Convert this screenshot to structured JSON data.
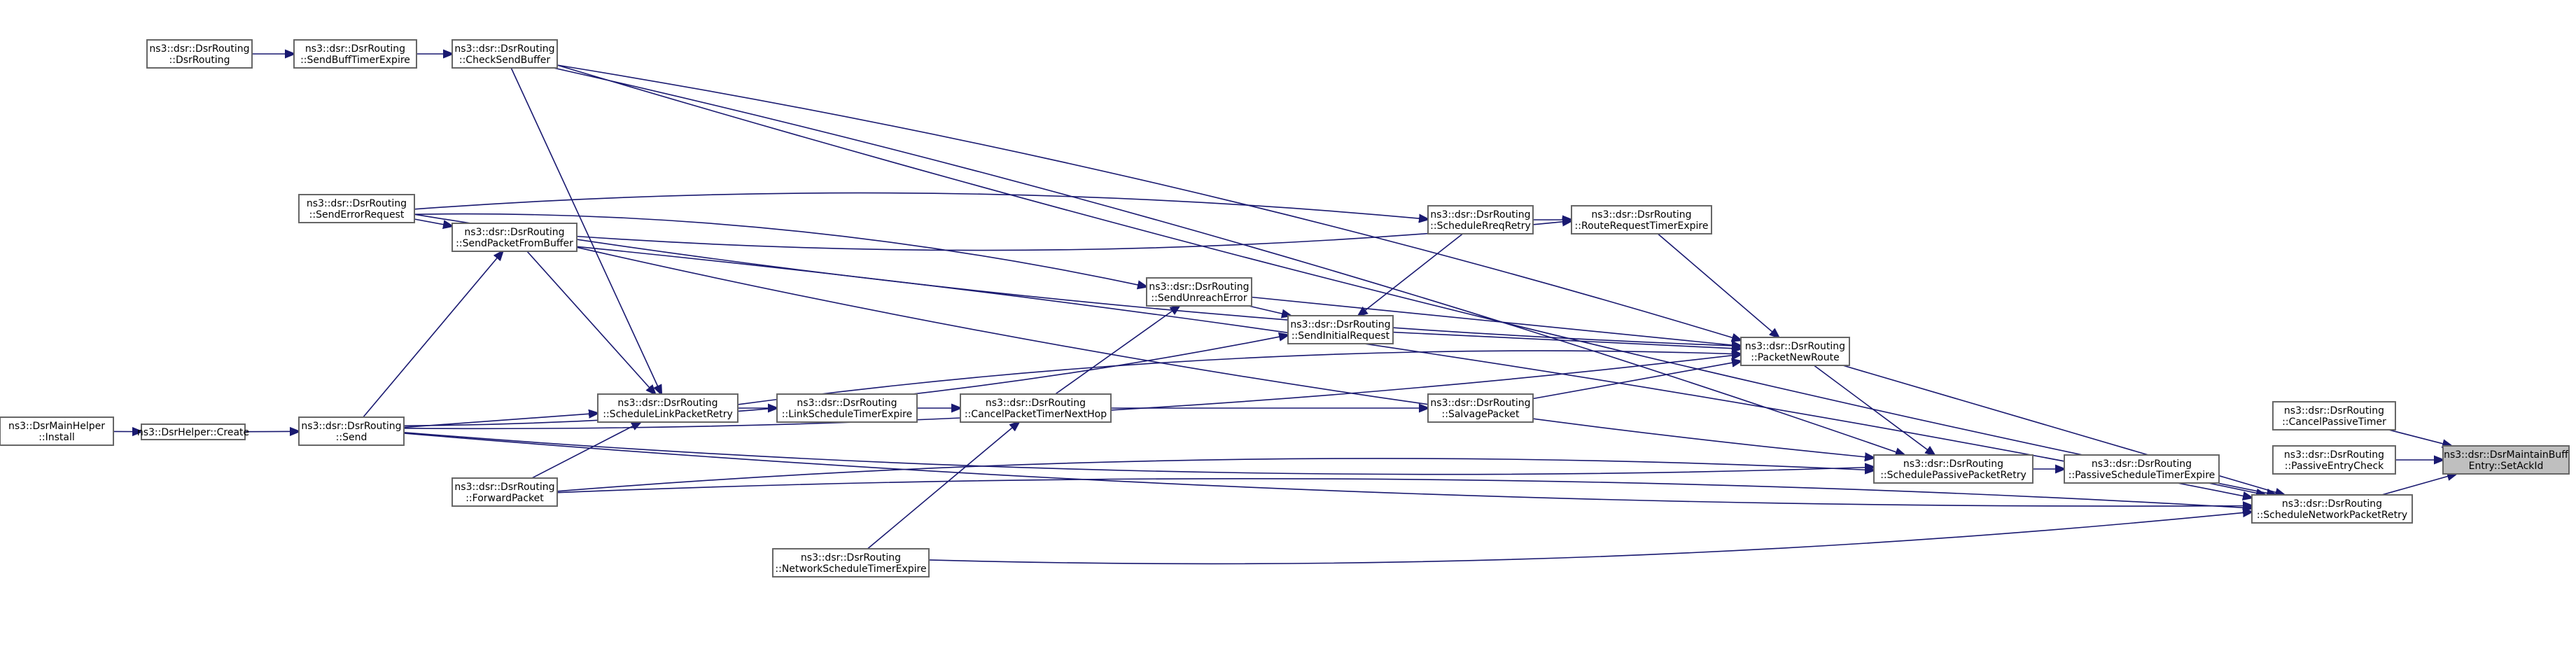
{
  "nodes": [
    {
      "id": "dsrrouting_ctor",
      "lines": [
        "ns3::dsr::DsrRouting",
        "::DsrRouting"
      ]
    },
    {
      "id": "sendbufftimerexpire",
      "lines": [
        "ns3::dsr::DsrRouting",
        "::SendBuffTimerExpire"
      ]
    },
    {
      "id": "checksendbuffer",
      "lines": [
        "ns3::dsr::DsrRouting",
        "::CheckSendBuffer"
      ]
    },
    {
      "id": "senderrorrequest",
      "lines": [
        "ns3::dsr::DsrRouting",
        "::SendErrorRequest"
      ]
    },
    {
      "id": "sendpacketfrombuffer",
      "lines": [
        "ns3::dsr::DsrRouting",
        "::SendPacketFromBuffer"
      ]
    },
    {
      "id": "schedulerreqretry",
      "lines": [
        "ns3::dsr::DsrRouting",
        "::ScheduleRreqRetry"
      ]
    },
    {
      "id": "routerequesttimerexpire",
      "lines": [
        "ns3::dsr::DsrRouting",
        "::RouteRequestTimerExpire"
      ]
    },
    {
      "id": "sendunreacherror",
      "lines": [
        "ns3::dsr::DsrRouting",
        "::SendUnreachError"
      ]
    },
    {
      "id": "sendinitialrequest",
      "lines": [
        "ns3::dsr::DsrRouting",
        "::SendInitialRequest"
      ]
    },
    {
      "id": "packetnewroute",
      "lines": [
        "ns3::dsr::DsrRouting",
        "::PacketNewRoute"
      ]
    },
    {
      "id": "dsrmainhelper_install",
      "lines": [
        "ns3::DsrMainHelper",
        "::Install"
      ]
    },
    {
      "id": "dsrhelper_create",
      "lines": [
        "ns3::DsrHelper::Create"
      ]
    },
    {
      "id": "send",
      "lines": [
        "ns3::dsr::DsrRouting",
        "::Send"
      ]
    },
    {
      "id": "schedulelinkpacketretry",
      "lines": [
        "ns3::dsr::DsrRouting",
        "::ScheduleLinkPacketRetry"
      ]
    },
    {
      "id": "linkscheduletimerexpire",
      "lines": [
        "ns3::dsr::DsrRouting",
        "::LinkScheduleTimerExpire"
      ]
    },
    {
      "id": "cancelpackettimernexthop",
      "lines": [
        "ns3::dsr::DsrRouting",
        "::CancelPacketTimerNextHop"
      ]
    },
    {
      "id": "salvagepacket",
      "lines": [
        "ns3::dsr::DsrRouting",
        "::SalvagePacket"
      ]
    },
    {
      "id": "forwardpacket",
      "lines": [
        "ns3::dsr::DsrRouting",
        "::ForwardPacket"
      ]
    },
    {
      "id": "networkscheduletimerexpire",
      "lines": [
        "ns3::dsr::DsrRouting",
        "::NetworkScheduleTimerExpire"
      ]
    },
    {
      "id": "schedulepassivepacketretry",
      "lines": [
        "ns3::dsr::DsrRouting",
        "::SchedulePassivePacketRetry"
      ]
    },
    {
      "id": "passivescheduletimerexpire",
      "lines": [
        "ns3::dsr::DsrRouting",
        "::PassiveScheduleTimerExpire"
      ]
    },
    {
      "id": "schedulenetworkpacketretry",
      "lines": [
        "ns3::dsr::DsrRouting",
        "::ScheduleNetworkPacketRetry"
      ]
    },
    {
      "id": "cancelpassivetimer",
      "lines": [
        "ns3::dsr::DsrRouting",
        "::CancelPassiveTimer"
      ]
    },
    {
      "id": "passiveentrycheck",
      "lines": [
        "ns3::dsr::DsrRouting",
        "::PassiveEntryCheck"
      ]
    },
    {
      "id": "setackid",
      "lines": [
        "ns3::dsr::DsrMaintainBuff",
        "Entry::SetAckId"
      ],
      "highlighted": true
    }
  ],
  "edges": [
    [
      "setackid",
      "cancelpassivetimer"
    ],
    [
      "setackid",
      "passiveentrycheck"
    ],
    [
      "setackid",
      "schedulenetworkpacketretry"
    ],
    [
      "schedulenetworkpacketretry",
      "passivescheduletimerexpire"
    ],
    [
      "schedulenetworkpacketretry",
      "packetnewroute"
    ],
    [
      "schedulenetworkpacketretry",
      "checksendbuffer"
    ],
    [
      "schedulenetworkpacketretry",
      "sendpacketfrombuffer"
    ],
    [
      "schedulenetworkpacketretry",
      "networkscheduletimerexpire"
    ],
    [
      "schedulenetworkpacketretry",
      "forwardpacket"
    ],
    [
      "schedulenetworkpacketretry",
      "send"
    ],
    [
      "passivescheduletimerexpire",
      "schedulepassivepacketretry"
    ],
    [
      "schedulepassivepacketretry",
      "packetnewroute"
    ],
    [
      "schedulepassivepacketretry",
      "checksendbuffer"
    ],
    [
      "schedulepassivepacketretry",
      "sendpacketfrombuffer"
    ],
    [
      "schedulepassivepacketretry",
      "forwardpacket"
    ],
    [
      "schedulepassivepacketretry",
      "send"
    ],
    [
      "packetnewroute",
      "checksendbuffer"
    ],
    [
      "packetnewroute",
      "senderrorrequest"
    ],
    [
      "packetnewroute",
      "routerequesttimerexpire"
    ],
    [
      "packetnewroute",
      "sendunreacherror"
    ],
    [
      "packetnewroute",
      "sendinitialrequest"
    ],
    [
      "packetnewroute",
      "salvagepacket"
    ],
    [
      "packetnewroute",
      "schedulelinkpacketretry"
    ],
    [
      "packetnewroute",
      "send"
    ],
    [
      "routerequesttimerexpire",
      "schedulerreqretry"
    ],
    [
      "routerequesttimerexpire",
      "sendpacketfrombuffer"
    ],
    [
      "schedulerreqretry",
      "senderrorrequest"
    ],
    [
      "sendinitialrequest",
      "schedulerreqretry"
    ],
    [
      "sendinitialrequest",
      "sendunreacherror"
    ],
    [
      "sendinitialrequest",
      "send"
    ],
    [
      "sendunreacherror",
      "senderrorrequest"
    ],
    [
      "sendunreacherror",
      "cancelpackettimernexthop"
    ],
    [
      "salvagepacket",
      "cancelpackettimernexthop"
    ],
    [
      "cancelpackettimernexthop",
      "linkscheduletimerexpire"
    ],
    [
      "cancelpackettimernexthop",
      "networkscheduletimerexpire"
    ],
    [
      "linkscheduletimerexpire",
      "schedulelinkpacketretry"
    ],
    [
      "schedulelinkpacketretry",
      "checksendbuffer"
    ],
    [
      "schedulelinkpacketretry",
      "sendpacketfrombuffer"
    ],
    [
      "schedulelinkpacketretry",
      "send"
    ],
    [
      "schedulelinkpacketretry",
      "forwardpacket"
    ],
    [
      "sendpacketfrombuffer",
      "senderrorrequest"
    ],
    [
      "sendpacketfrombuffer",
      "send"
    ],
    [
      "checksendbuffer",
      "sendbufftimerexpire"
    ],
    [
      "sendbufftimerexpire",
      "dsrrouting_ctor"
    ],
    [
      "send",
      "dsrhelper_create"
    ],
    [
      "dsrhelper_create",
      "dsrmainhelper_install"
    ]
  ]
}
